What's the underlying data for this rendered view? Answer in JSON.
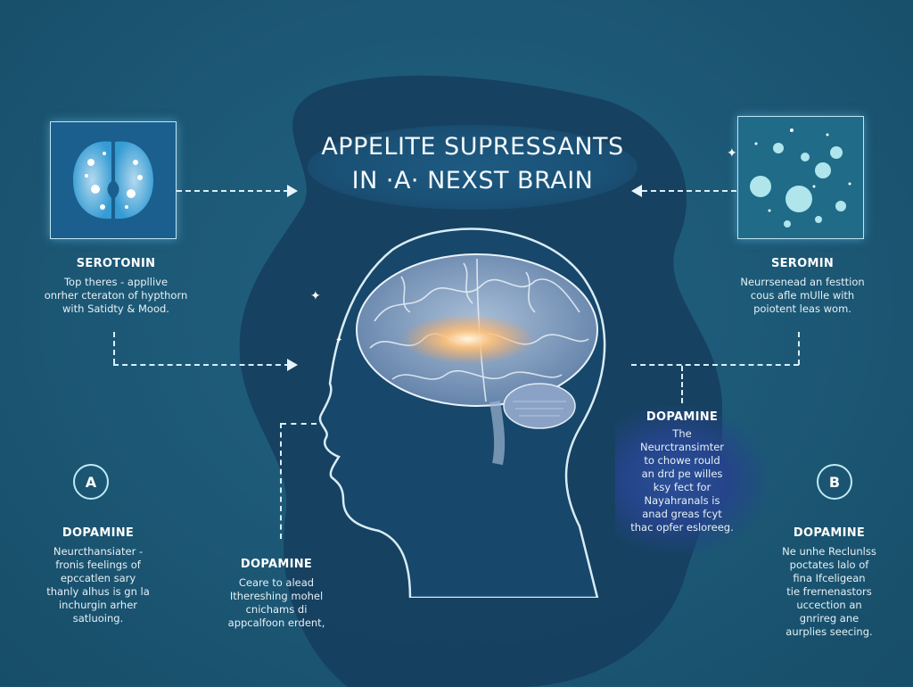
{
  "title": {
    "line1": "APPELITE SUPRESSANTS",
    "line2": "IN ·A· NEXST BRAIN"
  },
  "panels": {
    "left": {
      "icon": "glowing-brain-icon",
      "heading": "SEROTONIN",
      "body": [
        "Top theres - appllive",
        "onrher cteraton of hypthorn",
        "with Satidty & Mood."
      ]
    },
    "right": {
      "icon": "molecule-cells-icon",
      "heading": "SEROMIN",
      "body": [
        "Neurrsenead an festtion",
        "cous afle mUlle with",
        "poiotent leas wom."
      ]
    }
  },
  "center_label": {
    "heading": "DOPAMINE",
    "body": [
      "The",
      "Neurctransimter",
      "to chowe rould",
      "an drd pe willes",
      "ksy fect for",
      "Nayahranals is",
      "anad greas fcyt",
      "thac opfer esloreeg."
    ]
  },
  "badges": {
    "a": "A",
    "b": "B"
  },
  "bottom_left": {
    "heading": "DOPAMINE",
    "body": [
      "Neurcthansiater -",
      "fronis feelings  of",
      "epccatlen sary",
      "thanly alhus is gn la",
      "inchurgin arher",
      "satluoing."
    ]
  },
  "bottom_center": {
    "heading": "DOPAMINE",
    "body": [
      "Ceare to alead",
      "Ithereshing mohel",
      "cnichams di",
      "appcalfoon erdent,"
    ]
  },
  "bottom_right": {
    "heading": "DOPAMINE",
    "body": [
      "Ne unhe Reclunlss",
      "poctates lalo of",
      "fina Ifceligean",
      "tie frernenastors",
      "uccection an",
      "gnrireg ane",
      "aurplies seecing."
    ]
  },
  "colors": {
    "background": "#1d5a78",
    "blob": "#163f5e",
    "accent_glow": "#ffb060",
    "line": "#d9eef6"
  }
}
